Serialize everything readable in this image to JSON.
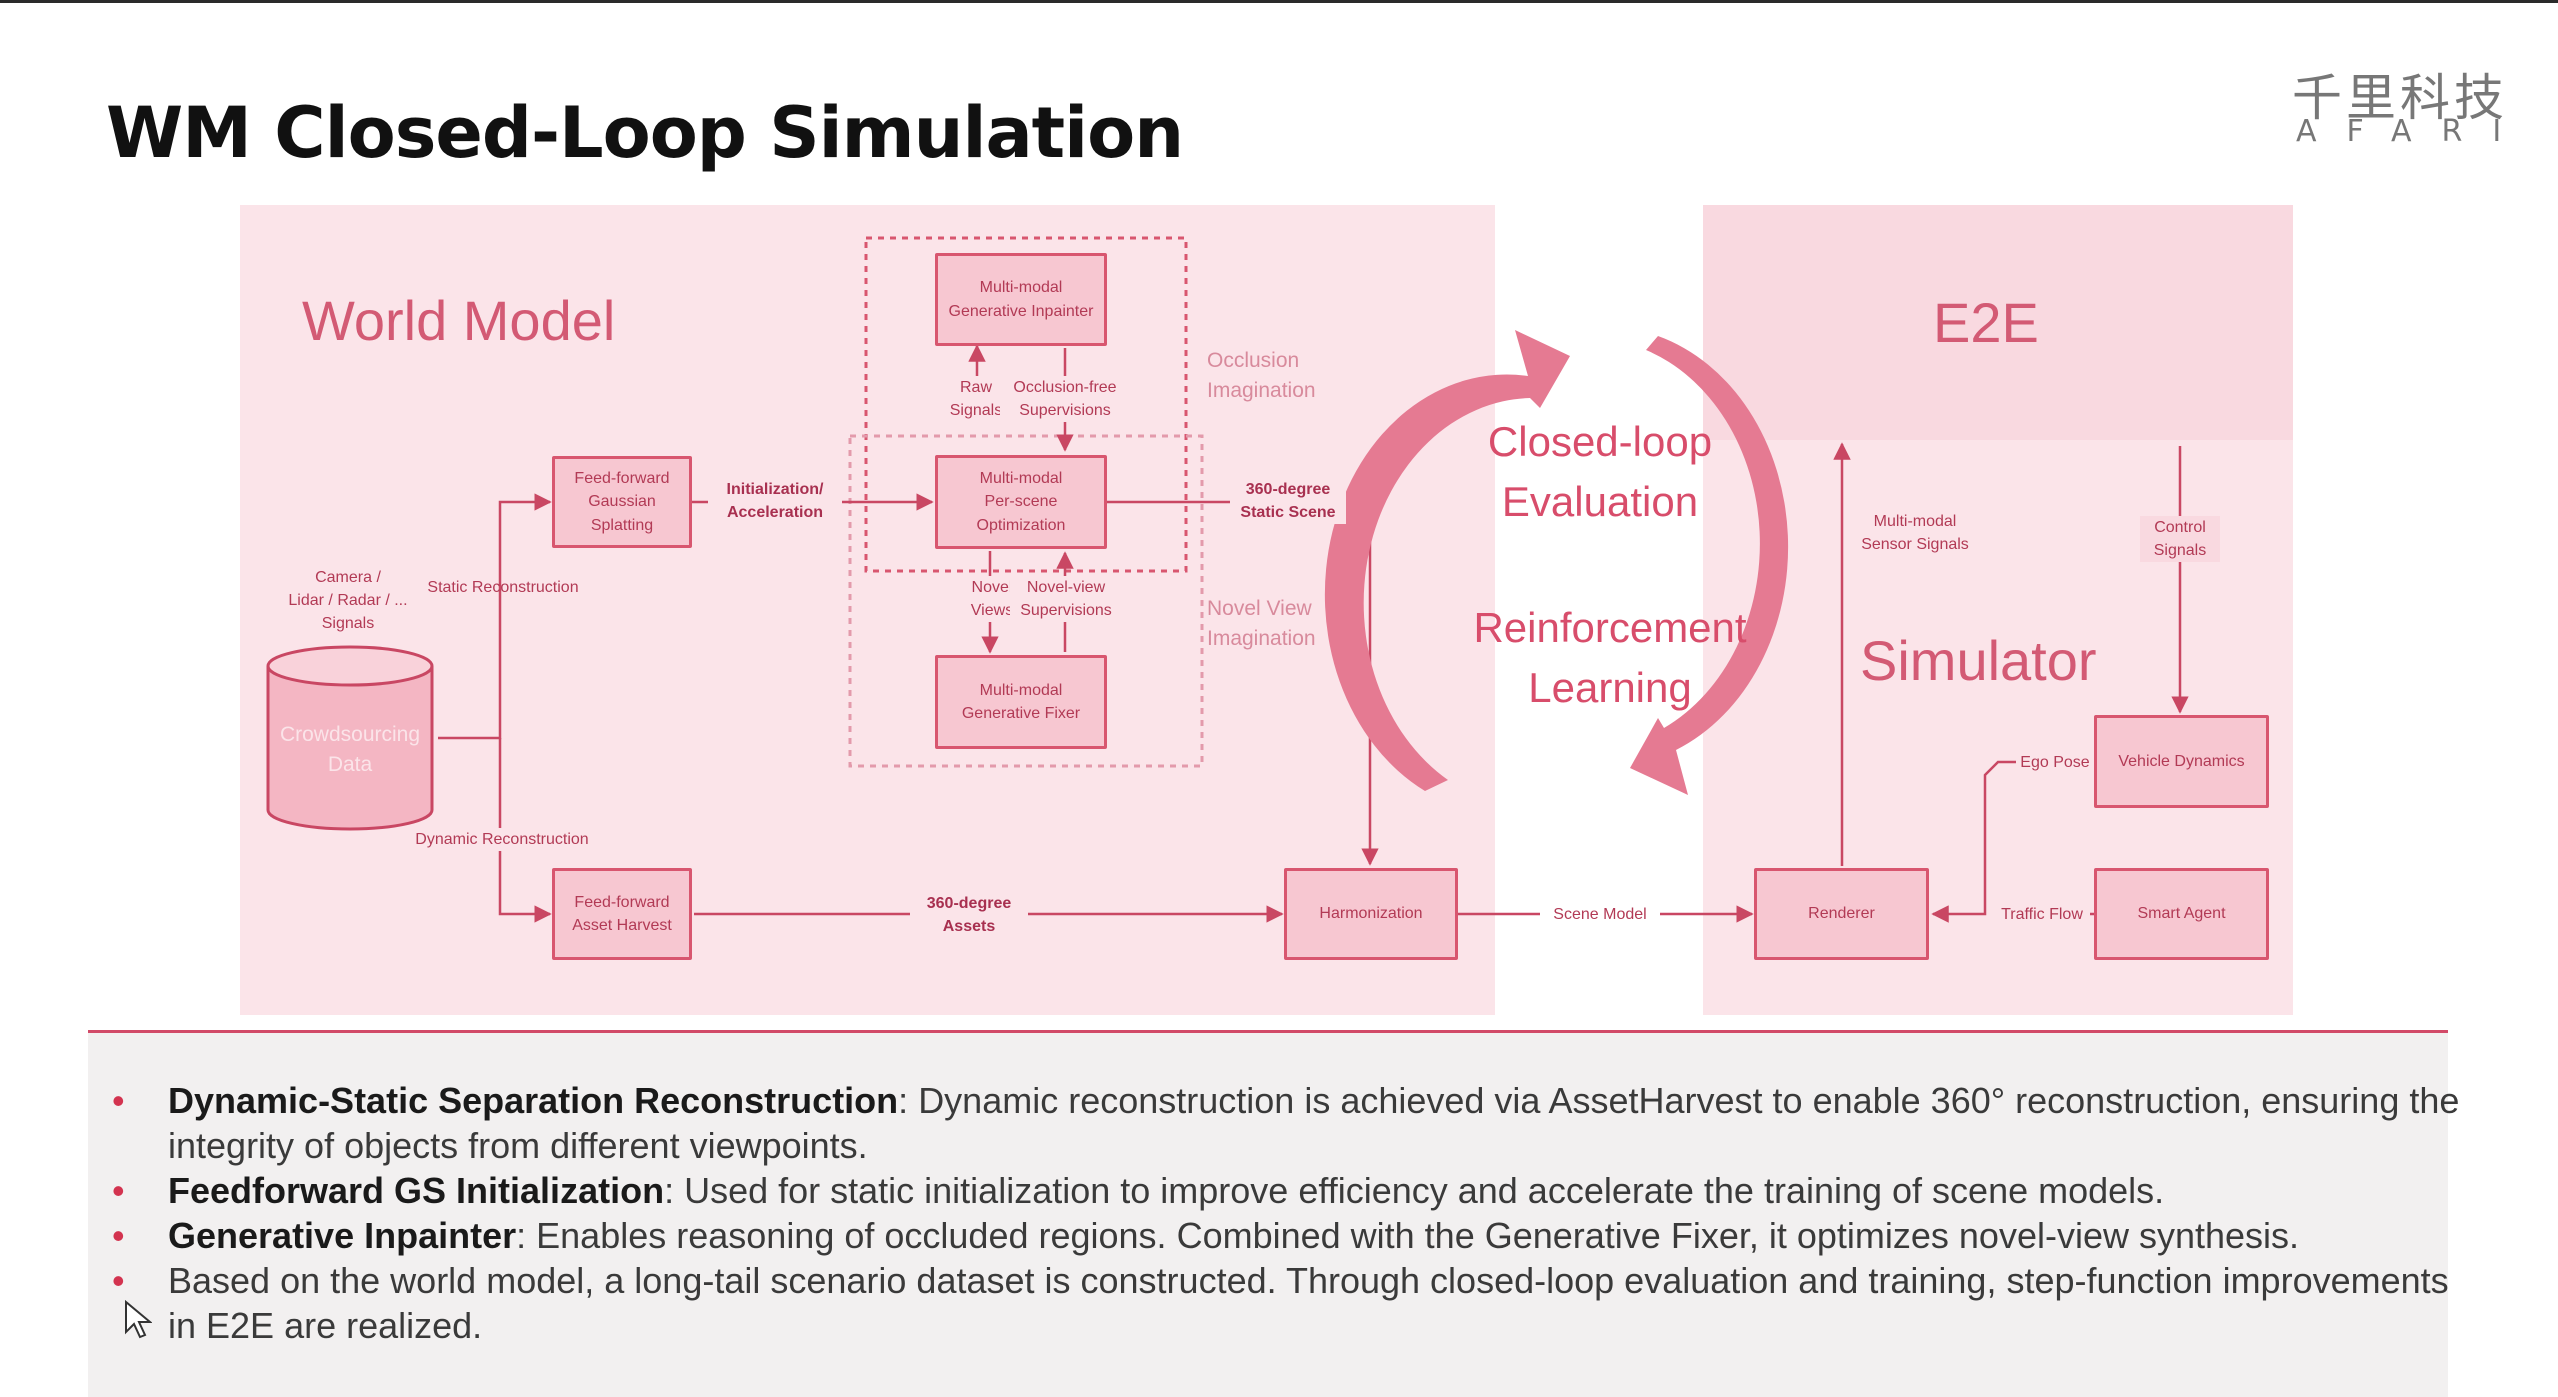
{
  "title": "WM Closed-Loop Simulation",
  "logo": {
    "cn": "千里科技",
    "en": "AFARI"
  },
  "colors": {
    "accent": "#d24a68",
    "panel": "#fbe4e9",
    "box_fill": "#f7c7d1",
    "box_border": "#d8566f"
  },
  "diagram": {
    "world_model_label": "World Model",
    "e2e_label": "E2E",
    "simulator_label": "Simulator",
    "closed_loop_eval": "Closed-loop\nEvaluation",
    "reinforcement_learning": "Reinforcement\nLearning",
    "nodes": {
      "crowdsourcing_data": "Crowdsourcing\nData",
      "feedforward_gaussian": "Feed-forward\nGaussian\nSplatting",
      "feedforward_asset": "Feed-forward\nAsset Harvest",
      "generative_inpainter": "Multi-modal\nGenerative Inpainter",
      "per_scene_opt": "Multi-modal\nPer-scene\nOptimization",
      "generative_fixer": "Multi-modal\nGenerative Fixer",
      "harmonization": "Harmonization",
      "renderer": "Renderer",
      "vehicle_dynamics": "Vehicle Dynamics",
      "smart_agent": "Smart Agent"
    },
    "labels": {
      "sensor_signals": "Camera /\nLidar / Radar / ...\nSignals",
      "static_reconstruction": "Static Reconstruction",
      "dynamic_reconstruction": "Dynamic Reconstruction",
      "init_accel": "Initialization/\nAcceleration",
      "raw_signals": "Raw\nSignals",
      "occlusion_free": "Occlusion-free\nSupervisions",
      "novel_views": "Novel\nViews",
      "novel_view_sup": "Novel-view\nSupervisions",
      "occlusion_imagination": "Occlusion\nImagination",
      "novel_view_imagination": "Novel View\nImagination",
      "static_scene": "360-degree\nStatic Scene",
      "assets": "360-degree\nAssets",
      "scene_model": "Scene Model",
      "multimodal_sensor": "Multi-modal\nSensor Signals",
      "control_signals": "Control\nSignals",
      "ego_pose": "Ego Pose",
      "traffic_flow": "Traffic Flow"
    }
  },
  "bullets": [
    {
      "term": "Dynamic-Static Separation Reconstruction",
      "sep": ":  ",
      "text": "Dynamic reconstruction is achieved via AssetHarvest to enable 360° reconstruction, ensuring the integrity of objects from different viewpoints."
    },
    {
      "term": "Feedforward GS Initialization",
      "sep": ":  ",
      "text": "Used for static initialization to improve efficiency and accelerate the training of scene models."
    },
    {
      "term": "Generative Inpainter",
      "sep": ":  ",
      "text": "Enables reasoning of occluded regions. Combined with the Generative Fixer, it optimizes novel-view synthesis."
    },
    {
      "term": "",
      "sep": "",
      "text": "Based on the world model, a long-tail scenario dataset is constructed. Through closed-loop evaluation and training, step-function improvements in E2E are realized."
    }
  ],
  "bullet_marker": "•"
}
